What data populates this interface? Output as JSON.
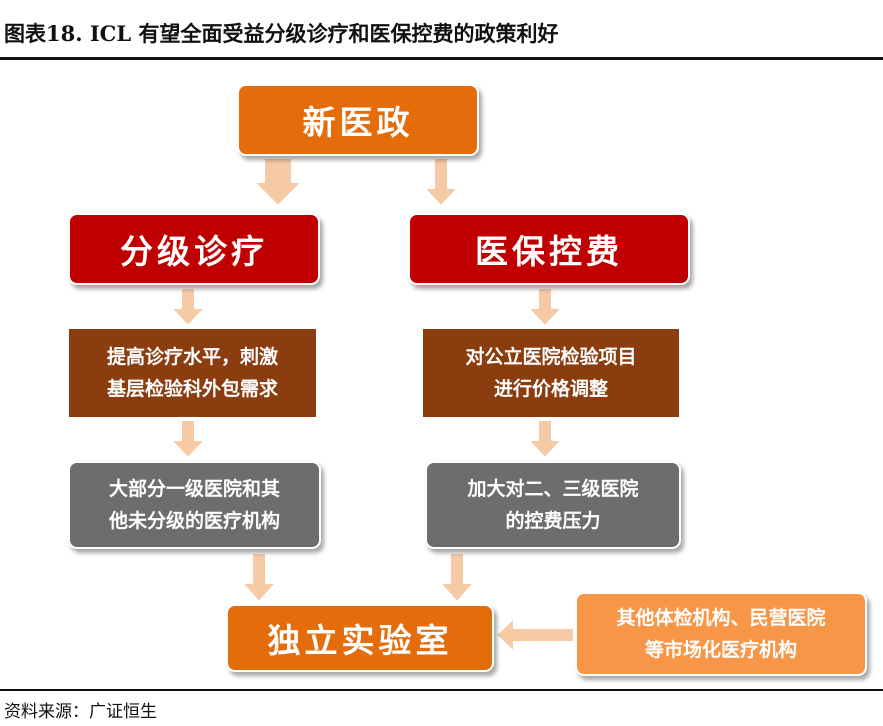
{
  "header": {
    "title": "图表18.  ICL 有望全面受益分级诊疗和医保控费的政策利好"
  },
  "diagram": {
    "top": "新医政",
    "left_branch": {
      "head": "分级诊疗",
      "step1": [
        "提高诊疗水平，刺激",
        "基层检验科外包需求"
      ],
      "step2": [
        "大部分一级医院和其",
        "他未分级的医疗机构"
      ]
    },
    "right_branch": {
      "head": "医保控费",
      "step1": [
        "对公立医院检验项目",
        "进行价格调整"
      ],
      "step2": [
        "加大对二、三级医院",
        "的控费压力"
      ]
    },
    "bottom": "独立实验室",
    "side": [
      "其他体检机构、民营医院",
      "等市场化医疗机构"
    ]
  },
  "footer": {
    "source": "资料来源：广证恒生"
  },
  "colors": {
    "orange": "#e46c0a",
    "red": "#c00000",
    "brown": "#8b3d10",
    "gray": "#6d6d6d",
    "light_orange": "#f79646",
    "arrow": "#f4b183"
  }
}
